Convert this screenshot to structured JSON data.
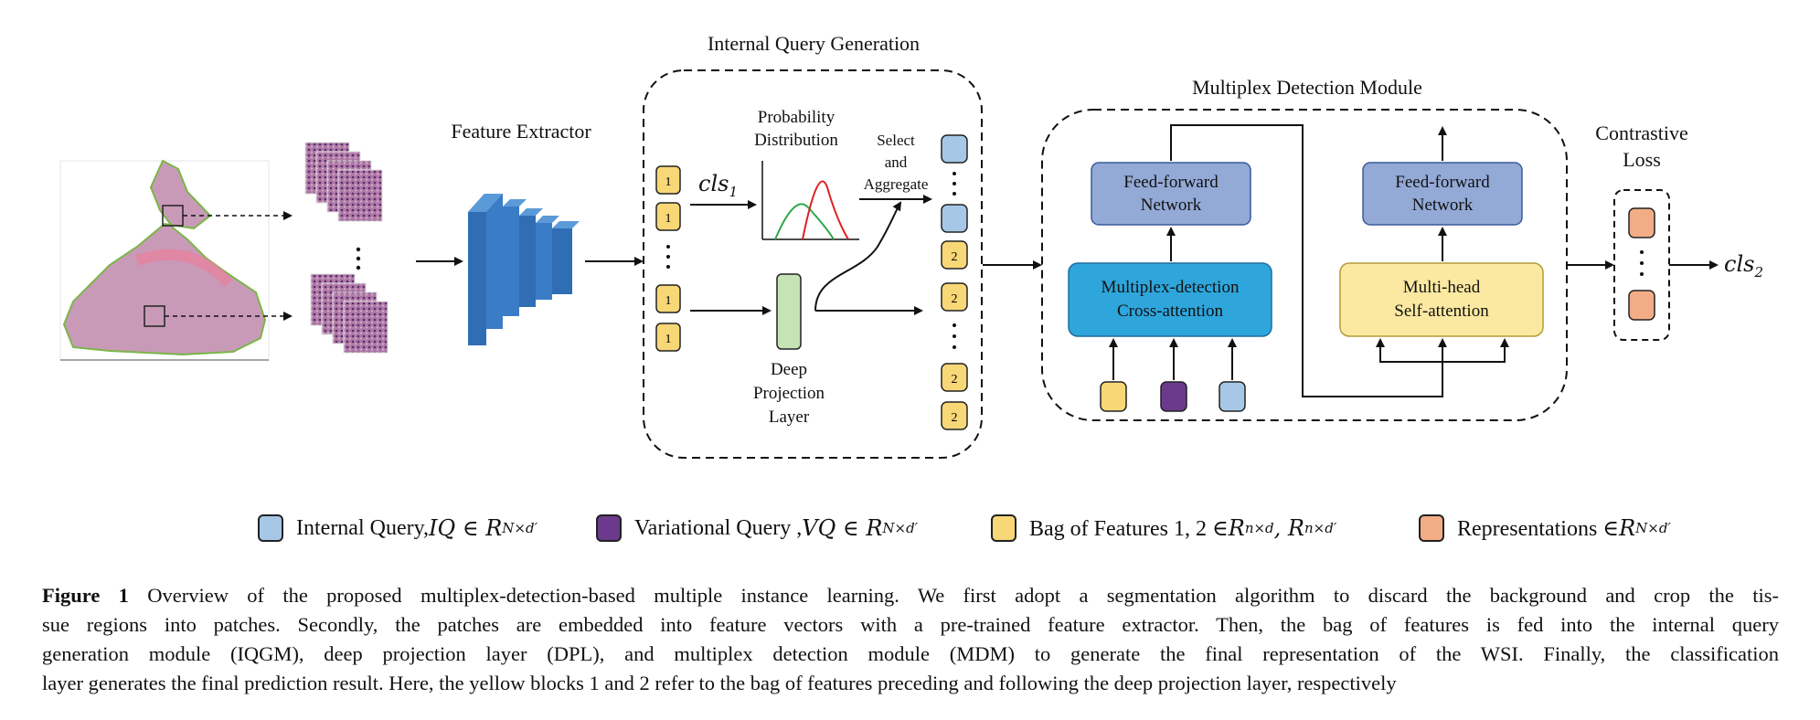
{
  "titles": {
    "feature_extractor": "Feature Extractor",
    "iqg": "Internal Query Generation",
    "mdm": "Multiplex Detection Module",
    "contrastive": [
      "Contrastive",
      "Loss"
    ]
  },
  "iqg": {
    "cls1_base": "cls",
    "cls1_sub": "1",
    "prob_dist": [
      "Probability",
      "Distribution"
    ],
    "select": [
      "Select",
      "and",
      "Aggregate"
    ],
    "dpl": [
      "Deep",
      "Projection",
      "Layer"
    ],
    "block1_label": "1",
    "block2_label": "2",
    "dots": "⋮"
  },
  "mdm": {
    "ffn_left": [
      "Feed-forward",
      "Network"
    ],
    "ffn_right": [
      "Feed-forward",
      "Network"
    ],
    "cross_attn": [
      "Multiplex-detection",
      "Cross-attention"
    ],
    "self_attn": [
      "Multi-head",
      "Self-attention"
    ]
  },
  "output": {
    "cls2_base": "cls",
    "cls2_sub": "2"
  },
  "legend": [
    {
      "color": "#a6c8e6",
      "text": "Internal Query, ",
      "math": "IQ ∈ R",
      "sup": "N×d′"
    },
    {
      "color": "#6b3a8c",
      "text": "Variational Query , ",
      "math": "VQ ∈ R",
      "sup": "N×d′"
    },
    {
      "color": "#f8d777",
      "text": "Bag of Features 1, 2 ∈ ",
      "math": "R",
      "sup": "n×d",
      "math2": ", R",
      "sup2": "n×d′"
    },
    {
      "color": "#f2ad86",
      "text": "Representations ∈ ",
      "math": "R",
      "sup": "N×d′"
    }
  ],
  "caption": {
    "label": "Figure 1",
    "lines": [
      " Overview of the proposed multiplex-detection-based multiple instance learning. We first adopt a segmentation algorithm to discard the background and crop the tis-",
      "sue regions into patches. Secondly, the patches are embedded into feature vectors with a pre-trained feature extractor. Then, the bag of features is fed into the internal query",
      "generation module (IQGM), deep projection layer (DPL), and multiplex detection module (MDM) to generate the final representation of the WSI. Finally, the classification",
      "layer generates the final prediction result. Here, the yellow blocks 1 and 2 refer to the bag of features preceding and following the deep projection layer, respectively"
    ]
  },
  "colors": {
    "yellow": "#f8d777",
    "light_blue": "#a6c8e6",
    "purple": "#6b3a8c",
    "orange": "#f2ad86",
    "ffn_fill": "#93a9d6",
    "cross_fill": "#2ea6dc",
    "self_fill": "#fbe9a1",
    "dpl_fill": "#c6e3b5",
    "extractor": "#2f6db5"
  }
}
